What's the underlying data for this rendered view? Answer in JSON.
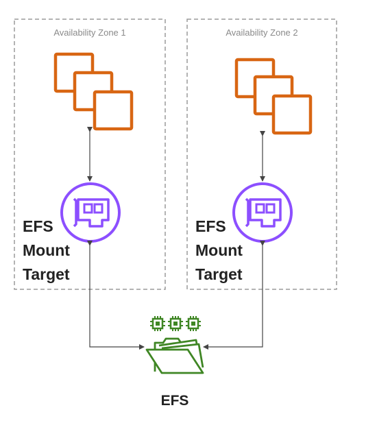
{
  "zones": [
    {
      "title": "Availability Zone 1",
      "mount_target": {
        "line1": "EFS",
        "line2": "Mount",
        "line3": "Target"
      }
    },
    {
      "title": "Availability Zone 2",
      "mount_target": {
        "line1": "EFS",
        "line2": "Mount",
        "line3": "Target"
      }
    }
  ],
  "efs": {
    "label": "EFS"
  },
  "colors": {
    "zone_border": "#9a9a9a",
    "ec2_orange": "#d86613",
    "mount_target_purple": "#8c4fff",
    "efs_green": "#3f8624",
    "arrow": "#444444"
  },
  "icons": {
    "instances": "ec2-instances-icon",
    "mount_target": "network-interface-icon",
    "efs": "efs-file-system-icon"
  }
}
